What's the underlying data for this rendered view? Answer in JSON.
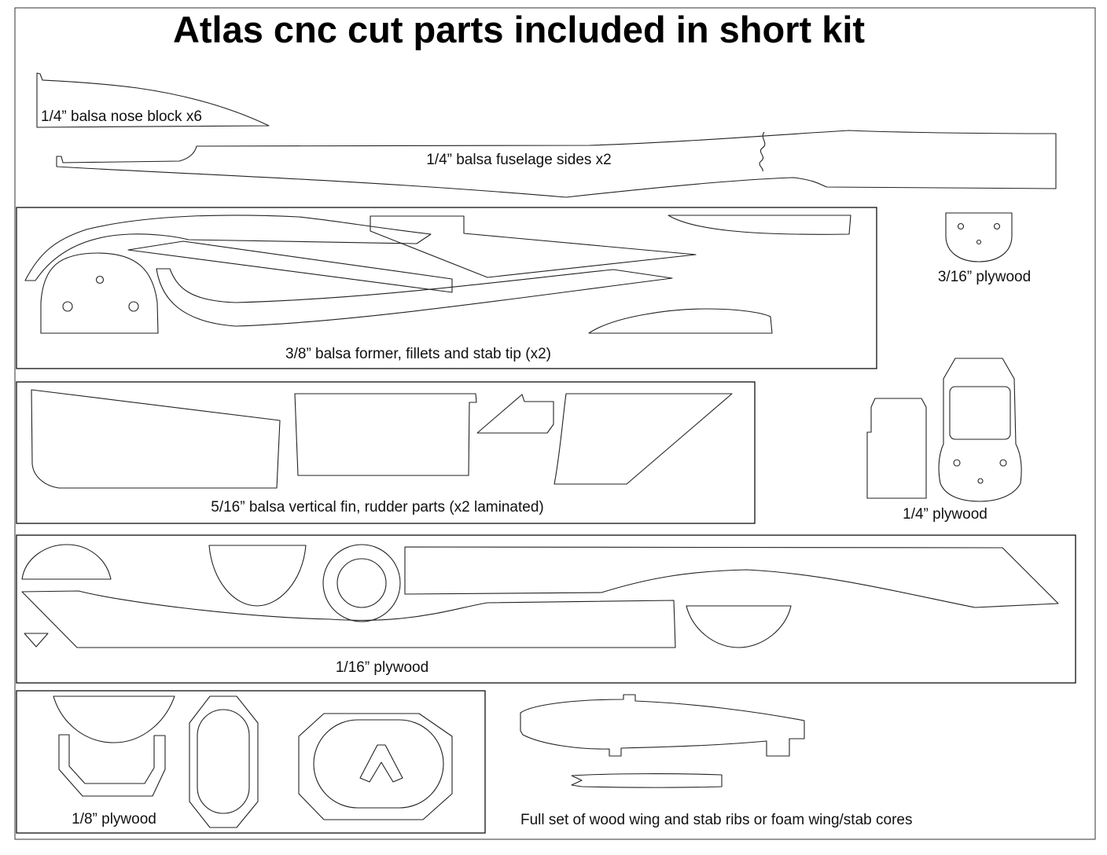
{
  "title": "Atlas cnc cut parts included in short kit",
  "labels": {
    "nose_block": "1/4” balsa nose block x6",
    "fuselage_sides": "1/4” balsa fuselage sides x2",
    "former_fillets": "3/8” balsa former, fillets and stab tip (x2)",
    "plywood_3_16": "3/16” plywood",
    "vertical_fin": "5/16” balsa vertical fin, rudder parts (x2 laminated)",
    "plywood_1_4": "1/4” plywood",
    "plywood_1_16": "1/16” plywood",
    "plywood_1_8": "1/8” plywood",
    "ribs_cores": "Full set of wood wing and stab ribs or foam wing/stab cores"
  }
}
